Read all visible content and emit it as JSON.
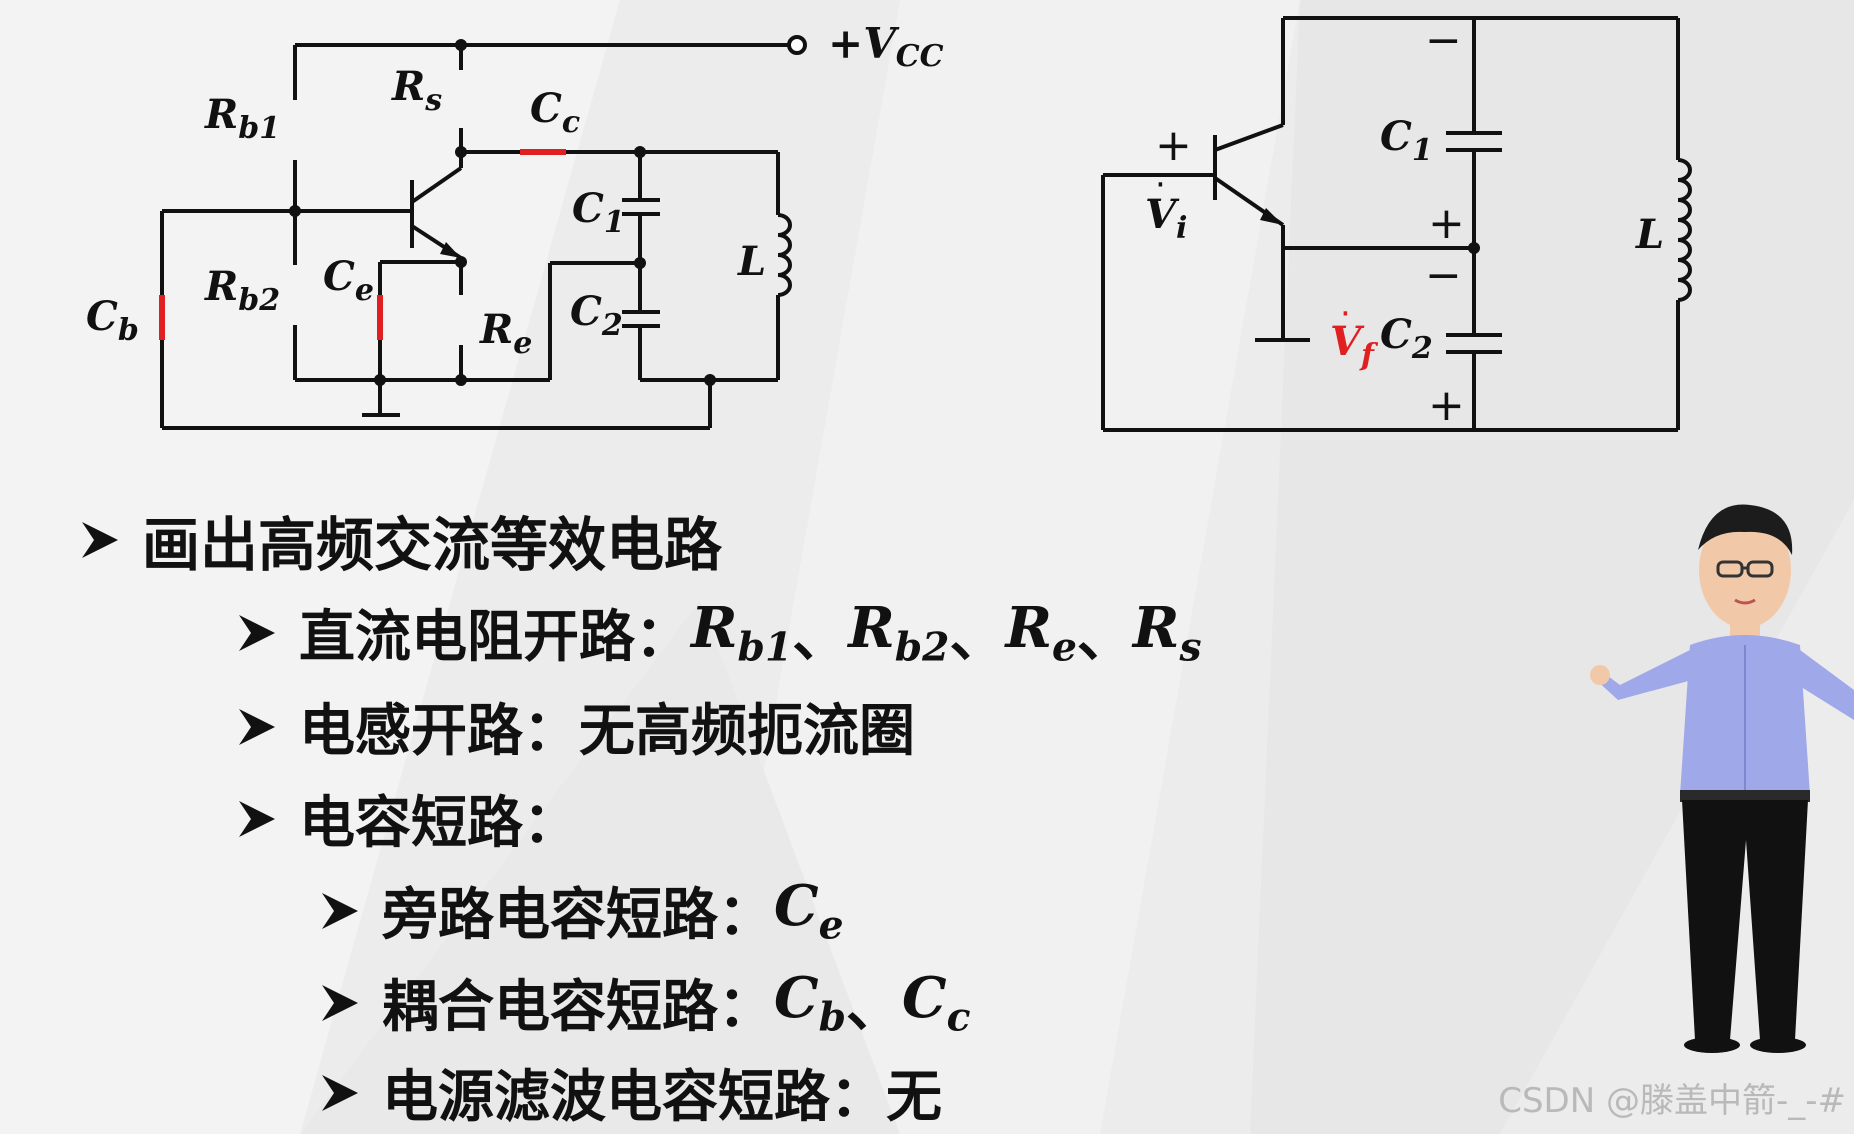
{
  "circuit_left": {
    "labels": {
      "vcc": "+V",
      "vcc_sub": "CC",
      "rb1": "R",
      "rb1_sub": "b1",
      "rs": "R",
      "rs_sub": "s",
      "cc": "C",
      "cc_sub": "c",
      "c1": "C",
      "c1_sub": "1",
      "cb": "C",
      "cb_sub": "b",
      "rb2": "R",
      "rb2_sub": "b2",
      "ce": "C",
      "ce_sub": "e",
      "re": "R",
      "re_sub": "e",
      "c2": "C",
      "c2_sub": "2",
      "l": "L"
    }
  },
  "circuit_right": {
    "labels": {
      "plus_top": "+",
      "vi": "V",
      "vi_sub": "i",
      "c1": "C",
      "c1_sub": "1",
      "l": "L",
      "minus_c1": "−",
      "plus_mid": "+",
      "minus_mid": "−",
      "vf": "V",
      "vf_sub": "f",
      "c2": "C",
      "c2_sub": "2",
      "plus_bottom": "+"
    },
    "colors": {
      "vf": "#e02020"
    }
  },
  "bullets": {
    "l1": "画出高频交流等效电路",
    "l2_text": "直流电阻开路：",
    "l2_items": [
      {
        "sym": "R",
        "sub": "b1"
      },
      {
        "sym": "R",
        "sub": "b2"
      },
      {
        "sym": "R",
        "sub": "e"
      },
      {
        "sym": "R",
        "sub": "s"
      }
    ],
    "sep": "、",
    "l3": "电感开路：无高频扼流圈",
    "l4": "电容短路：",
    "l5_text": "旁路电容短路：",
    "l5_sym": "C",
    "l5_sub": "e",
    "l6_text": "耦合电容短路：",
    "l6_a_sym": "C",
    "l6_a_sub": "b",
    "l6_b_sym": "C",
    "l6_b_sub": "c",
    "l7": "电源滤波电容短路：无"
  },
  "watermark": "CSDN @滕盖中箭-_-#",
  "colors": {
    "accent_red": "#e02020",
    "wire": "#111111"
  }
}
